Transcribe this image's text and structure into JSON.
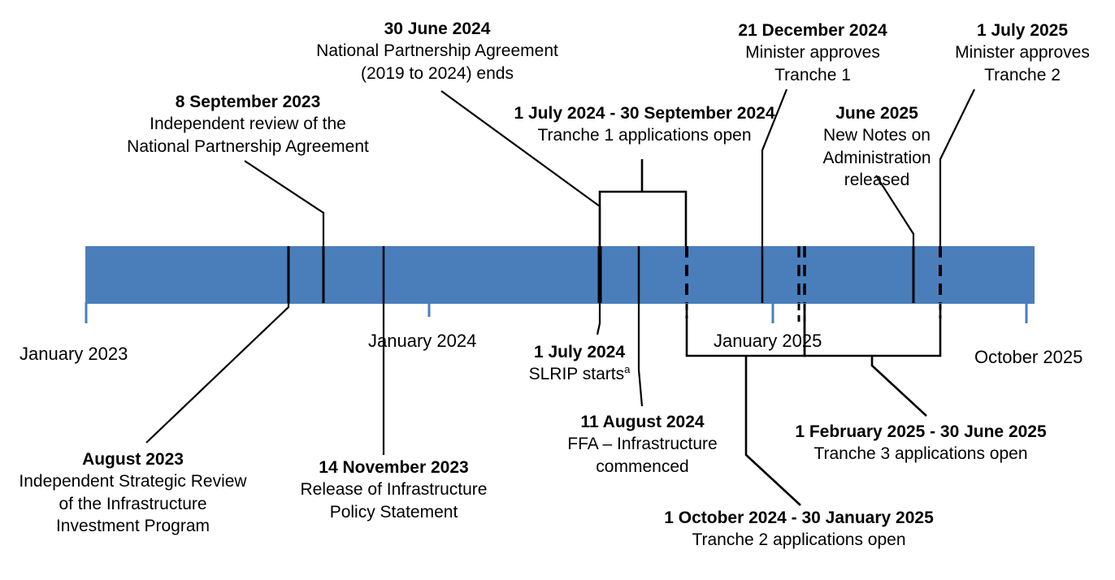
{
  "figure": {
    "type": "timeline",
    "bar_color": "#4a7ebb",
    "line_color": "#000000",
    "axis_tick_color": "#4a7ebb",
    "axis_start": "January 2023",
    "axis_end": "October 2025"
  },
  "axis_labels": [
    {
      "id": "axis-jan-2023",
      "text": "January 2023"
    },
    {
      "id": "axis-jan-2024",
      "text": "January 2024"
    },
    {
      "id": "axis-jan-2025",
      "text": "January 2025"
    },
    {
      "id": "axis-oct-2025",
      "text": "October 2025"
    }
  ],
  "events": [
    {
      "id": "aug-2023",
      "date": "August 2023",
      "description": "Independent Strategic Review\nof the Infrastructure\nInvestment Program",
      "lines": [
        "Independent Strategic Review",
        "of the Infrastructure",
        "Investment Program"
      ],
      "placement": "below"
    },
    {
      "id": "sep-2023",
      "date": "8 September 2023",
      "description": "Independent review of the\nNational Partnership Agreement",
      "lines": [
        "Independent review of the",
        "National Partnership Agreement"
      ],
      "placement": "above"
    },
    {
      "id": "nov-2023",
      "date": "14 November 2023",
      "description": "Release of Infrastructure\nPolicy Statement",
      "lines": [
        "Release of Infrastructure",
        "Policy Statement"
      ],
      "placement": "below"
    },
    {
      "id": "jun-2024",
      "date": "30 June 2024",
      "description": "National Partnership Agreement\n(2019 to 2024) ends",
      "lines": [
        "National Partnership Agreement",
        "(2019 to 2024) ends"
      ],
      "placement": "above"
    },
    {
      "id": "jul-2024-slrip",
      "date": "1 July 2024",
      "description": "SLRIP starts",
      "footnote": "a",
      "lines": [
        "SLRIP starts"
      ],
      "placement": "below"
    },
    {
      "id": "tranche-1-apps",
      "date": "1 July 2024 - 30 September 2024",
      "description": "Tranche 1 applications open",
      "lines": [
        "Tranche 1 applications open"
      ],
      "placement": "above"
    },
    {
      "id": "aug-2024-ffa",
      "date": "11 August 2024",
      "description": "FFA – Infrastructure\ncommenced",
      "lines": [
        "FFA – Infrastructure",
        "commenced"
      ],
      "placement": "below"
    },
    {
      "id": "tranche-2-apps",
      "date": "1 October 2024 - 30 January 2025",
      "description": "Tranche 2 applications open",
      "lines": [
        "Tranche 2 applications open"
      ],
      "placement": "below"
    },
    {
      "id": "dec-2024",
      "date": "21 December 2024",
      "description": "Minister approves\nTranche 1",
      "lines": [
        "Minister approves",
        "Tranche 1"
      ],
      "placement": "above"
    },
    {
      "id": "tranche-3-apps",
      "date": "1 February 2025 - 30 June 2025",
      "description": "Tranche 3 applications open",
      "lines": [
        "Tranche 3 applications open"
      ],
      "placement": "below"
    },
    {
      "id": "jun-2025",
      "date": "June 2025",
      "description": "New Notes on\nAdministration\nreleased",
      "lines": [
        "New Notes on",
        "Administration",
        "released"
      ],
      "placement": "above"
    },
    {
      "id": "jul-2025",
      "date": "1 July 2025",
      "description": "Minister approves\nTranche 2",
      "lines": [
        "Minister approves",
        "Tranche 2"
      ],
      "placement": "above"
    }
  ]
}
